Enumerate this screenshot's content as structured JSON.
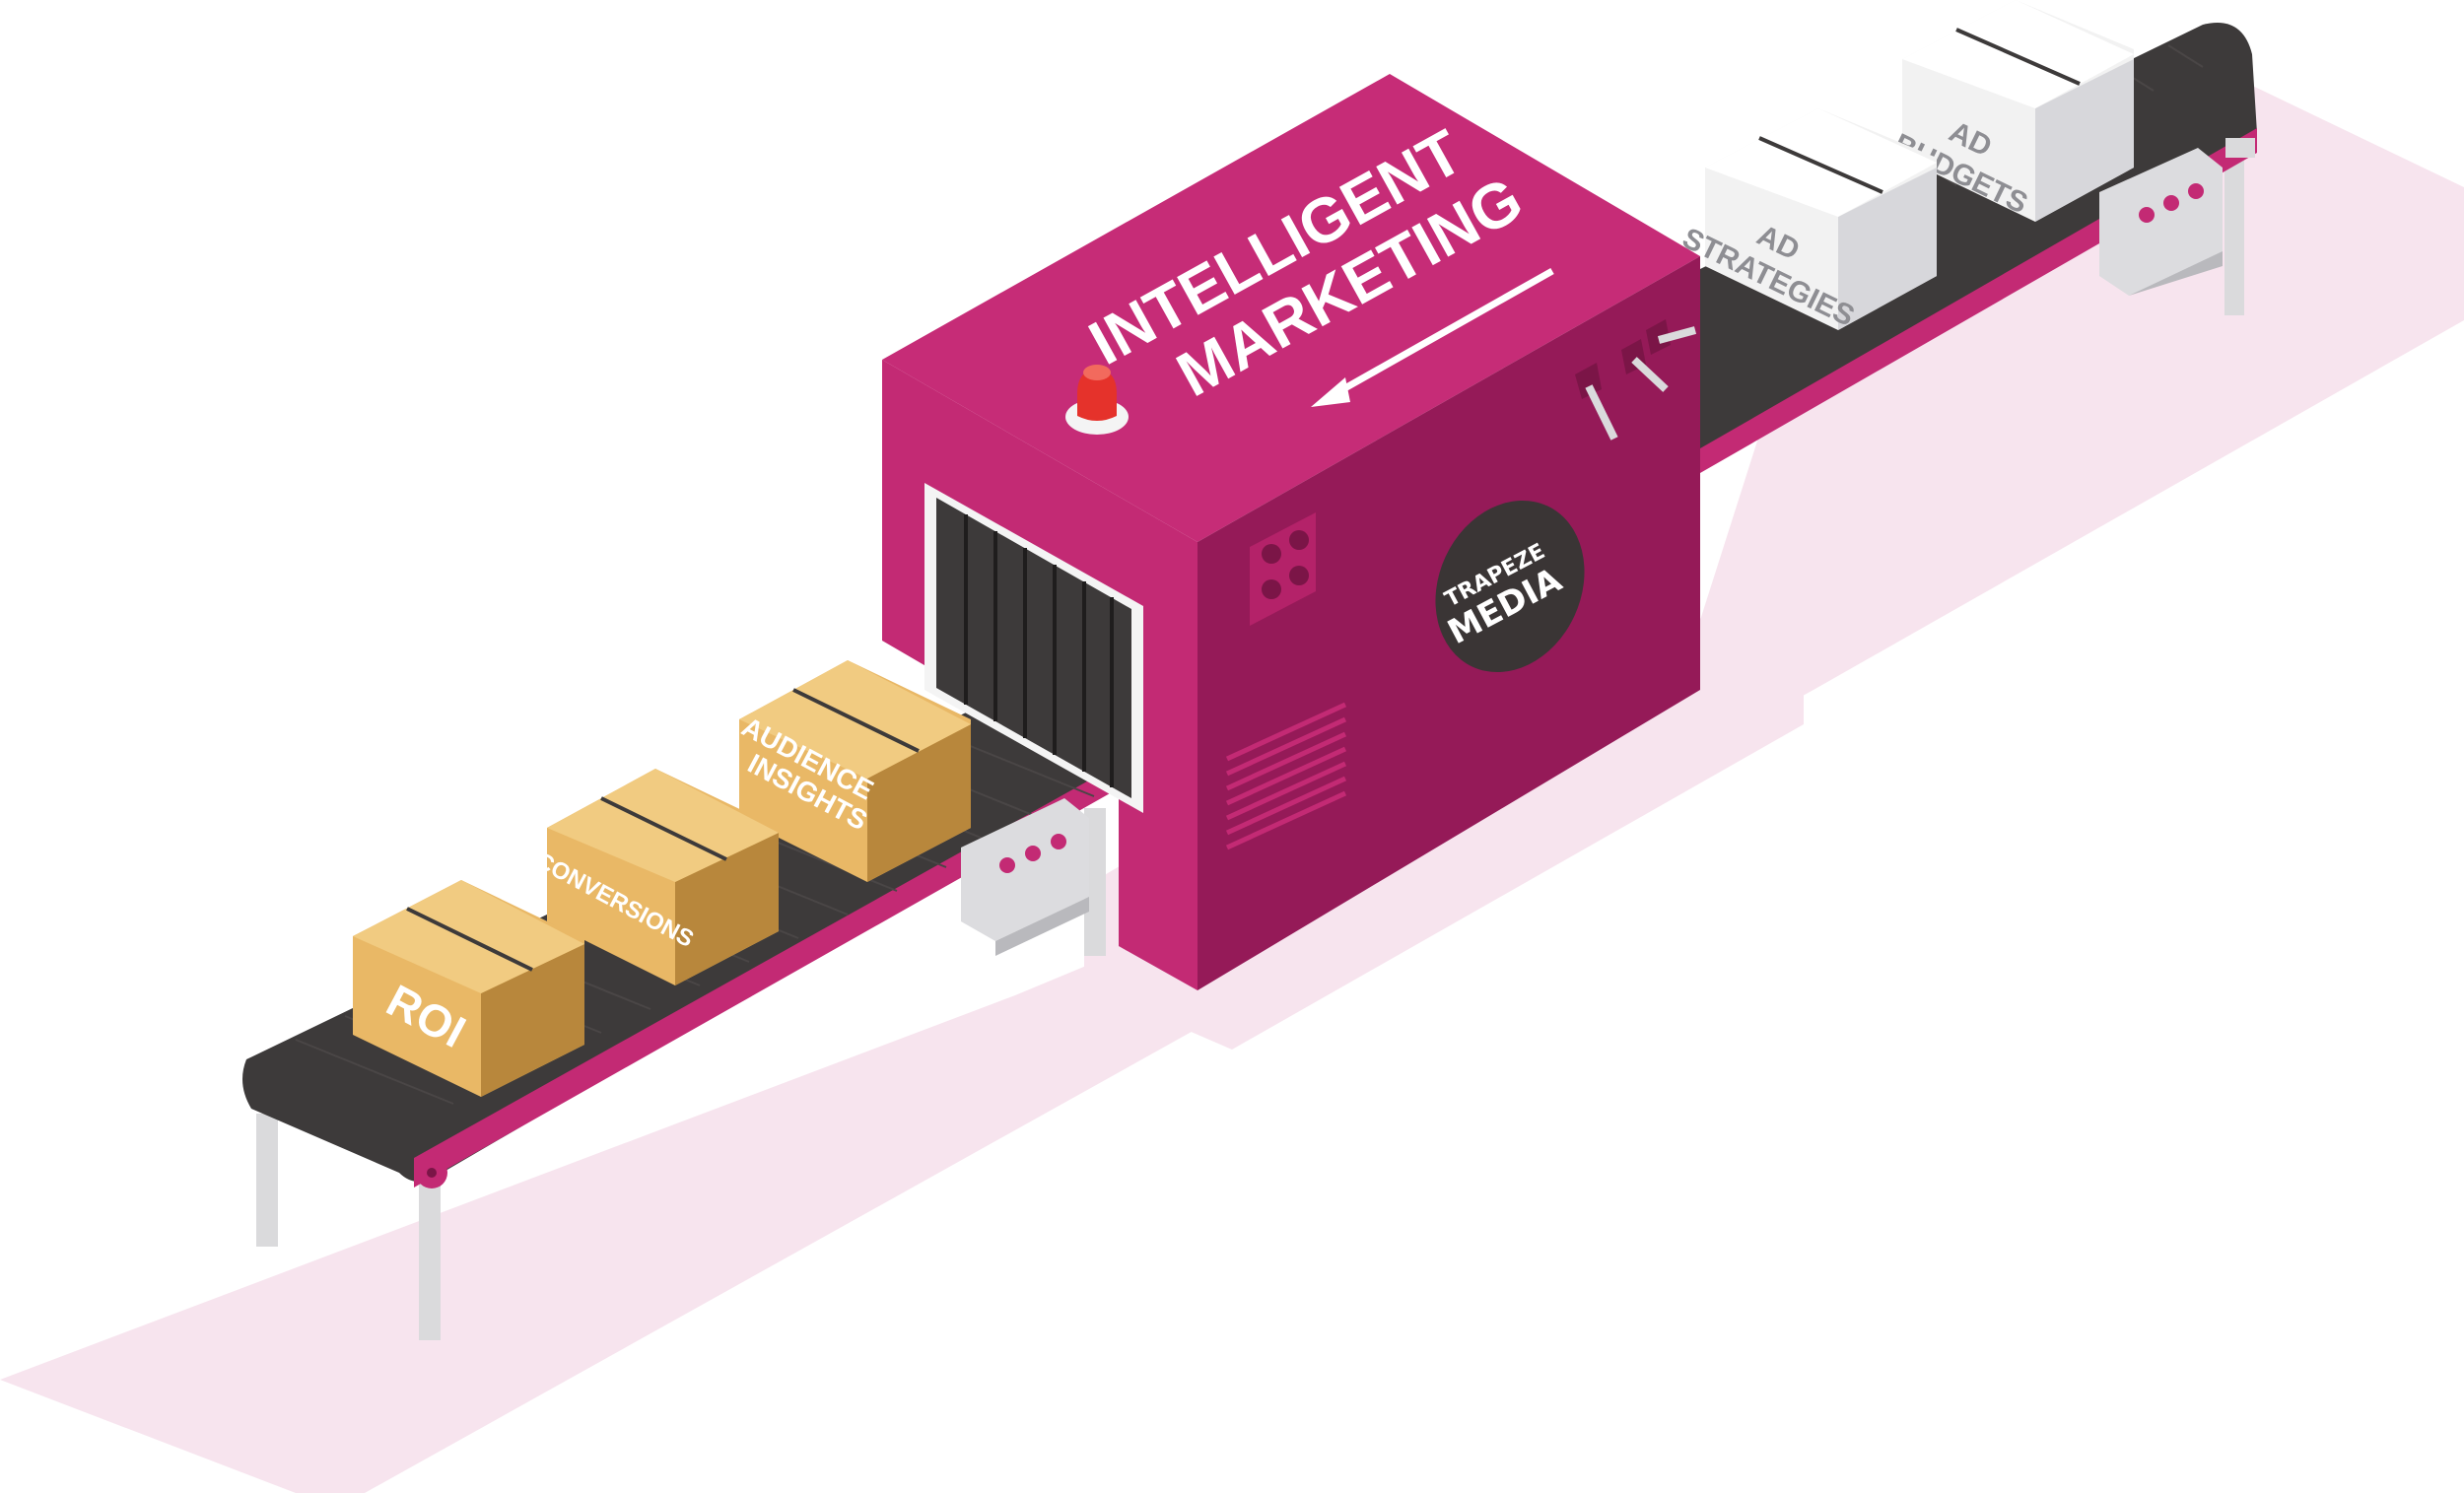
{
  "machine": {
    "title_line1": "INTELLIGENT",
    "title_line2": "MARKETING",
    "logo_line1": "TRAPEZE",
    "logo_line2": "MEDIA"
  },
  "input_boxes": [
    {
      "lines": [
        "AD",
        "BUDGETS"
      ]
    },
    {
      "lines": [
        "AD",
        "STRATEGIES"
      ]
    }
  ],
  "output_boxes": [
    {
      "lines": [
        "AUDIENCE",
        "INSIGHTS"
      ]
    },
    {
      "lines": [
        "CONVERSIONS"
      ]
    },
    {
      "lines": [
        "ROI"
      ]
    }
  ],
  "colors": {
    "machine_front": "#c32a74",
    "machine_top": "#c62c77",
    "machine_side": "#951a58",
    "belt": "#3d3a3a",
    "floor_shadow": "#f7e4ee",
    "cardboard": "#e9b866",
    "cardboard_side": "#b8873c",
    "white_box": "#f2f2f2",
    "alarm": "#e5322b"
  },
  "icons": {
    "direction": "arrow-left-icon",
    "alarm": "alarm-button-icon",
    "levers": "lever-icon"
  }
}
